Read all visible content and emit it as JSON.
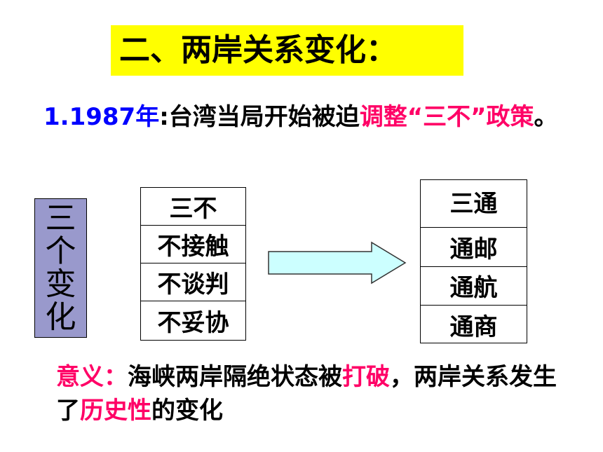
{
  "title": "二、两岸关系变化：",
  "line1": {
    "prefix": "1.1987年",
    "middle": ":台湾当局开始被迫",
    "highlight": "调整“三不”政策",
    "suffix": "。"
  },
  "vertical_label": [
    "三",
    "个",
    "变",
    "化"
  ],
  "three_no": {
    "header": "三不",
    "items": [
      "不接触",
      "不谈判",
      "不妥协"
    ]
  },
  "three_links": {
    "header": "三通",
    "items": [
      "通邮",
      "通航",
      "通商"
    ]
  },
  "meaning": {
    "label": "意义：",
    "text_a": "海峡两岸隔绝状态被",
    "highlight_a": "打破",
    "text_b": "，两岸关系发生了",
    "highlight_b": "历史性",
    "text_c": "的变化"
  },
  "colors": {
    "title_bg": "#ffff00",
    "blue": "#0000ff",
    "pink": "#ff0066",
    "vertical_bg": "#9999cc",
    "arrow_fill": "#ccffff"
  }
}
